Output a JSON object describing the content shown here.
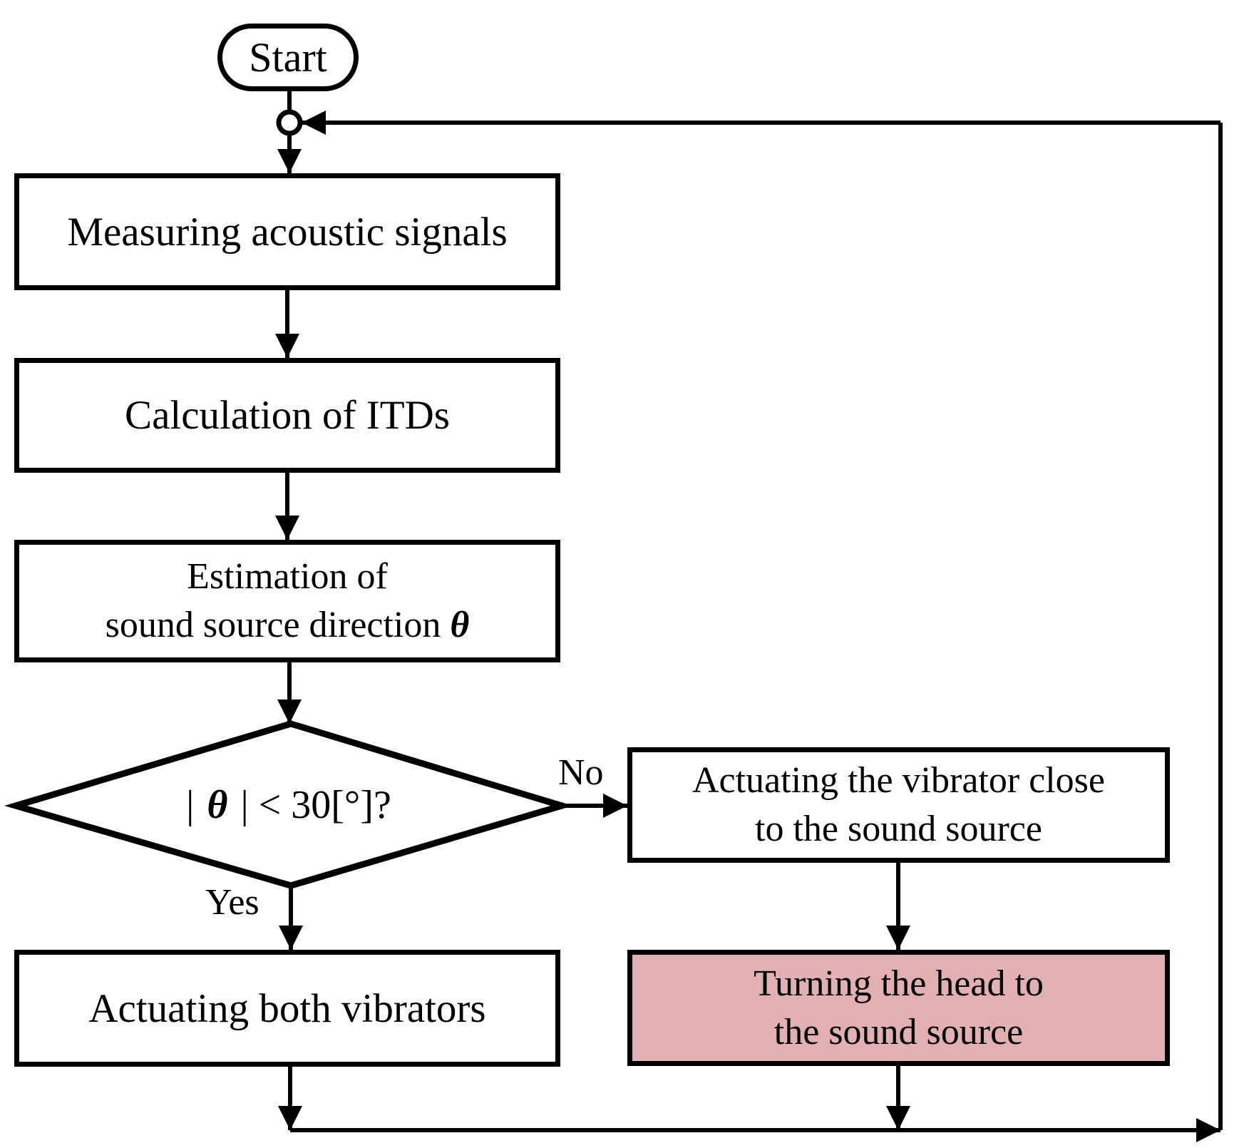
{
  "nodes": {
    "start": {
      "label": "Start"
    },
    "measure": {
      "label": "Measuring acoustic signals"
    },
    "calc": {
      "label": "Calculation of ITDs"
    },
    "estimate": {
      "line1": "Estimation of",
      "line2_text": "sound source direction ",
      "symbol": "θ"
    },
    "decision": {
      "prefix": "| ",
      "symbol": "θ",
      "suffix": " | < 30[°]?"
    },
    "actuate_both": {
      "label": "Actuating both vibrators"
    },
    "actuate_close": {
      "line1": "Actuating the vibrator close",
      "line2": "to the sound source"
    },
    "turn_head": {
      "line1": "Turning the head to",
      "line2": "the sound source",
      "fill_color": "#e2b0b0"
    }
  },
  "labels": {
    "yes": "Yes",
    "no": "No"
  },
  "colors": {
    "stroke": "#000000",
    "node_fill": "#ffffff",
    "highlight_fill": "#e2b0b0",
    "background": "#ffffff"
  }
}
